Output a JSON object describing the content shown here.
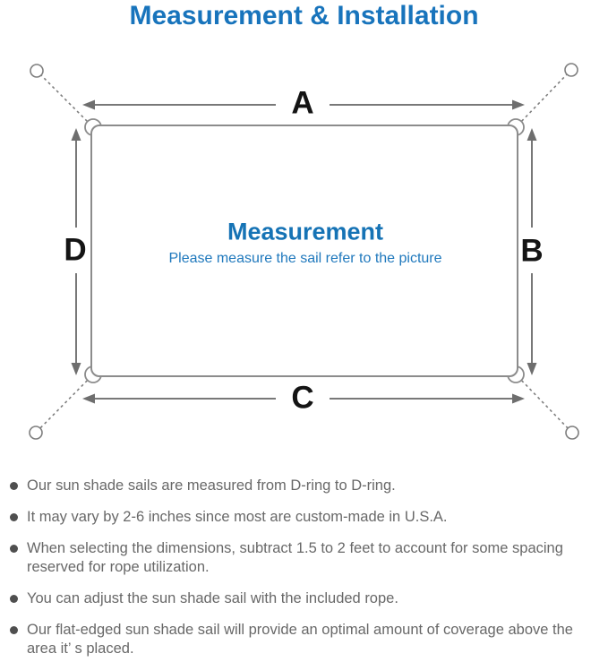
{
  "header": {
    "title": "Measurement & Installation",
    "title_color": "#1874bc"
  },
  "diagram": {
    "center_title": "Measurement",
    "center_subtitle": "Please measure the sail refer to the picture",
    "dimension_labels": {
      "a": "A",
      "b": "B",
      "c": "C",
      "d": "D"
    },
    "colors": {
      "accent_blue": "#1673b5",
      "subtitle_blue": "#2079bd",
      "line_gray": "#7e7e7e",
      "arrow_gray": "#6e6e6e",
      "label_black": "#141414"
    }
  },
  "notes": {
    "items": [
      {
        "text": "Our sun shade sails are measured from D-ring to D-ring."
      },
      {
        "text": "It may vary by 2-6 inches since most are custom-made in U.S.A."
      },
      {
        "text": "When selecting the dimensions, subtract 1.5 to 2 feet to account for some spacing reserved for rope utilization."
      },
      {
        "text": "You can adjust the sun shade sail with the included rope."
      },
      {
        "text": "Our flat-edged sun shade sail will provide an optimal amount of coverage above the area it’ s placed."
      }
    ]
  }
}
